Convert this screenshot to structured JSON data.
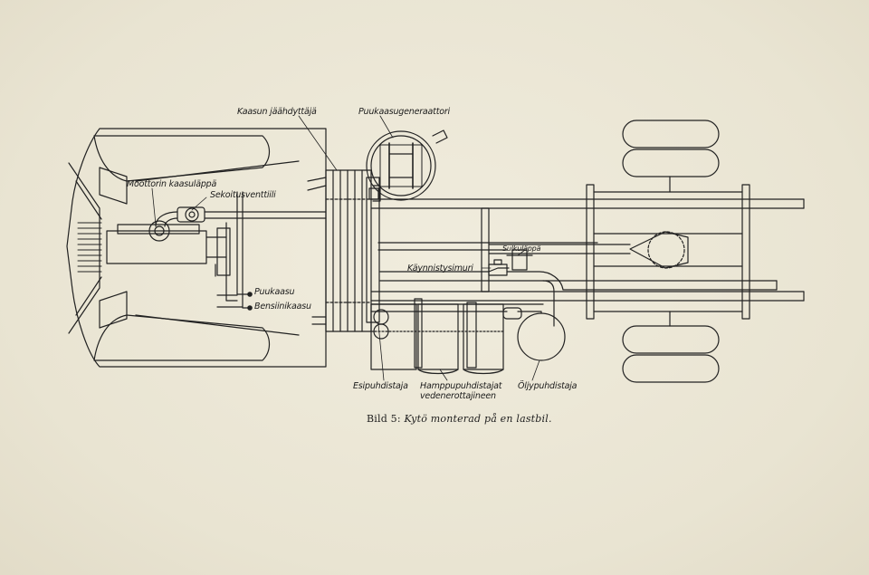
{
  "labels": {
    "gas_cooler": "Kaasun jäähdyttäjä",
    "wood_gas_generator": "Puukaasugeneraattori",
    "engine_gas_valve": "Moottorin kaasuläppä",
    "mixing_valve": "Sekoitusventtiili",
    "wood_gas": "Puukaasu",
    "petrol_gas": "Bensiinikaasu",
    "shut_off_valve": "Sulkuläppä",
    "starter_blower": "Käynnistysimuri",
    "pre_cleaner": "Esipuhdistaja",
    "hemp_cleaners_line1": "Hamppupuhdistajat",
    "hemp_cleaners_line2": "vedenerottajineen",
    "oil_cleaner": "Öljypuhdistaja"
  },
  "caption": {
    "prefix": "Bild 5:",
    "text": "Kytö monterad på en lastbil."
  },
  "colors": {
    "paper": "#ebe6d5",
    "ink": "#1b1b1b"
  }
}
